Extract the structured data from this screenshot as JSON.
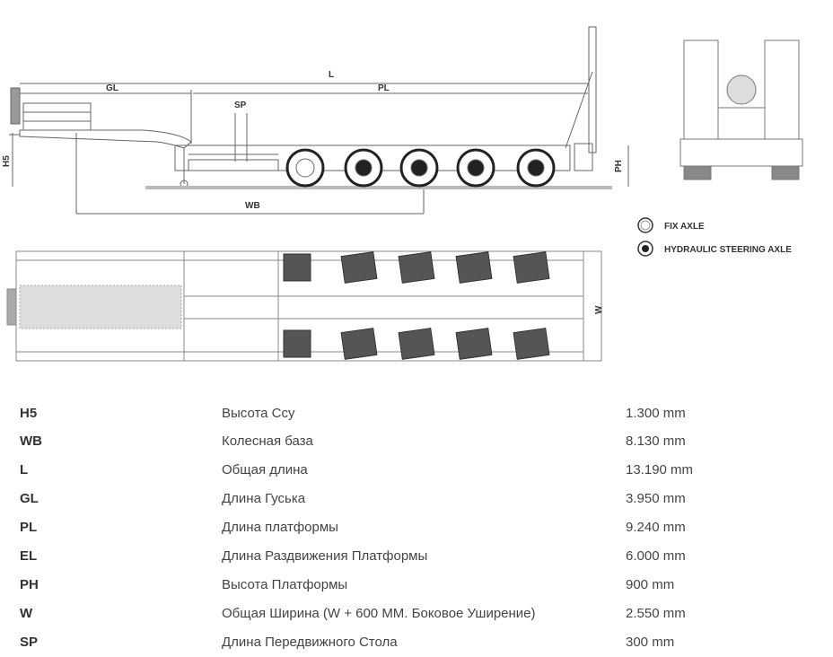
{
  "drawing": {
    "side_view_labels": {
      "L": "L",
      "GL": "GL",
      "PL": "PL",
      "SP": "SP",
      "WB": "WB",
      "H5": "H5",
      "PH": "PH"
    },
    "top_view_labels": {
      "W": "W"
    },
    "legend": [
      {
        "icon": "fix-axle-icon",
        "label": "FIX AXLE"
      },
      {
        "icon": "hydraulic-steering-axle-icon",
        "label": "HYDRAULIC STEERING AXLE"
      }
    ]
  },
  "specs": [
    {
      "code": "H5",
      "description": "Высота Ссу",
      "value": "1.300 mm"
    },
    {
      "code": "WB",
      "description": "Колесная база",
      "value": "8.130 mm"
    },
    {
      "code": "L",
      "description": "Общая длина",
      "value": "13.190 mm"
    },
    {
      "code": "GL",
      "description": "Длина Гуська",
      "value": "3.950 mm"
    },
    {
      "code": "PL",
      "description": "Длина платформы",
      "value": "9.240 mm"
    },
    {
      "code": "EL",
      "description": "Длина Раздвижения Платформы",
      "value": "6.000 mm"
    },
    {
      "code": "PH",
      "description": "Высота Платформы",
      "value": "900 mm"
    },
    {
      "code": "W",
      "description": "Общая Ширина (W + 600 ММ. Боковое Уширение)",
      "value": "2.550 mm"
    },
    {
      "code": "SP",
      "description": "Длина Передвижного Стола",
      "value": "300 mm"
    }
  ]
}
